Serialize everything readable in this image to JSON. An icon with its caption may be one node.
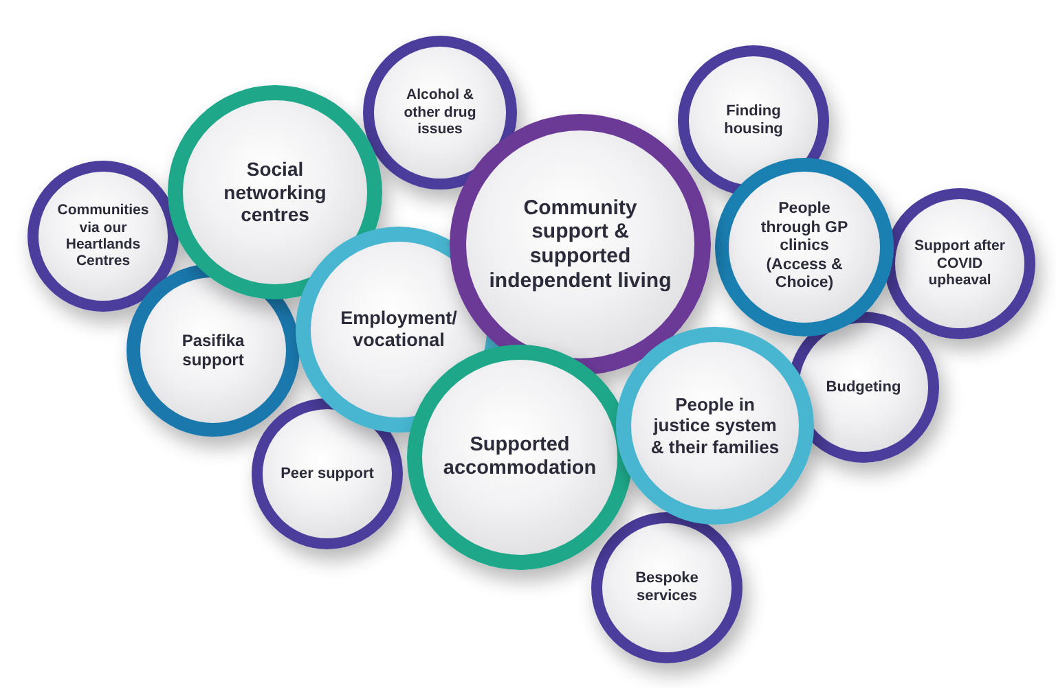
{
  "diagram": {
    "nodes": [
      {
        "text": [
          "Communities via our Heartlands Centres"
        ]
      },
      {
        "text": [
          "Social networking centres"
        ]
      },
      {
        "text": [
          "Alcohol & other drug issues"
        ]
      },
      {
        "text": [
          "Finding housing"
        ]
      },
      {
        "text": [
          "Community support & supported independent living"
        ]
      },
      {
        "text": [
          "People through GP clinics (Access & Choice)"
        ]
      },
      {
        "text": [
          "Support after COVID upheaval"
        ]
      },
      {
        "text": [
          "Pasifika support"
        ]
      },
      {
        "text": [
          "Employment/ vocational"
        ]
      },
      {
        "text": [
          "Budgeting"
        ]
      },
      {
        "text": [
          "People in justice system & their families"
        ]
      },
      {
        "text": [
          "Peer support"
        ]
      },
      {
        "text": [
          "Supported accommodation"
        ]
      },
      {
        "text": [
          "Bespoke services"
        ]
      }
    ]
  }
}
